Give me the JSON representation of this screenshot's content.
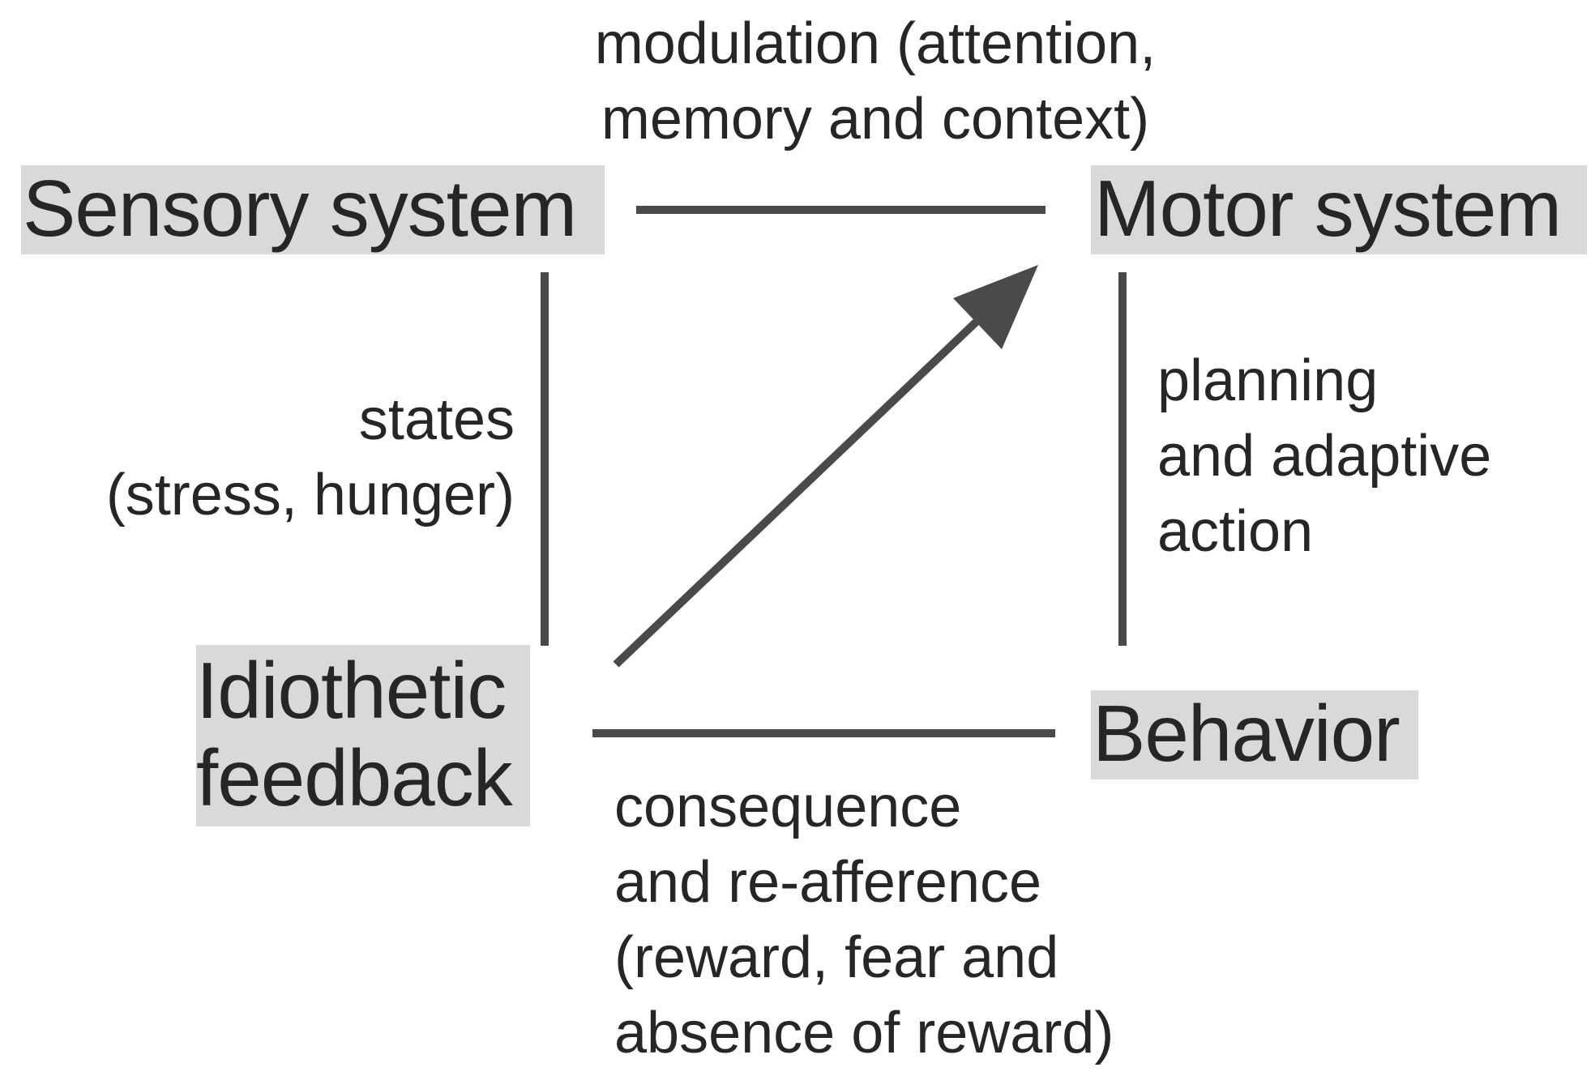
{
  "nodes": {
    "sensory": "Sensory system",
    "motor": "Motor system",
    "idiothetic_line1": "Idiothetic",
    "idiothetic_line2": "feedback",
    "behavior": "Behavior"
  },
  "edge_labels": {
    "modulation": [
      "modulation (attention,",
      "memory and context)"
    ],
    "states": [
      "states",
      "(stress, hunger)"
    ],
    "planning": [
      "planning",
      "and adaptive",
      "action"
    ],
    "consequence": [
      "consequence",
      "and re-afference",
      "(reward, fear and",
      "absence of reward)"
    ]
  },
  "colors": {
    "node_fill": "#d9d9d9",
    "line": "#4a4a4a",
    "text": "#262626"
  }
}
